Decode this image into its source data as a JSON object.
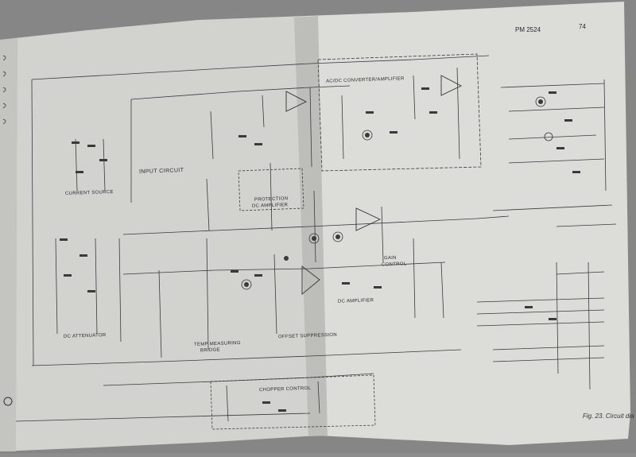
{
  "page": {
    "model": "PM 2524",
    "number": "74"
  },
  "blocks": {
    "input_circuit": "INPUT CIRCUIT",
    "current_source": "CURRENT SOURCE",
    "protection": "PROTECTION",
    "dc_amplifier_upper": "DC AMPLIFIER",
    "dc_attenuator": "DC ATTENUATOR",
    "temp_measuring": "TEMP MEASURING",
    "bridge": "BRIDGE",
    "offset_suppression": "OFFSET SUPPRESSION",
    "dc_amplifier_lower": "DC AMPLIFIER",
    "gain": "GAIN",
    "control": "CONTROL",
    "chopper_control": "CHOPPER CONTROL",
    "ac_amplifier": "AC/DC CONVERTER/AMPLIFIER"
  },
  "caption": "Fig. 23. Circuit dia"
}
